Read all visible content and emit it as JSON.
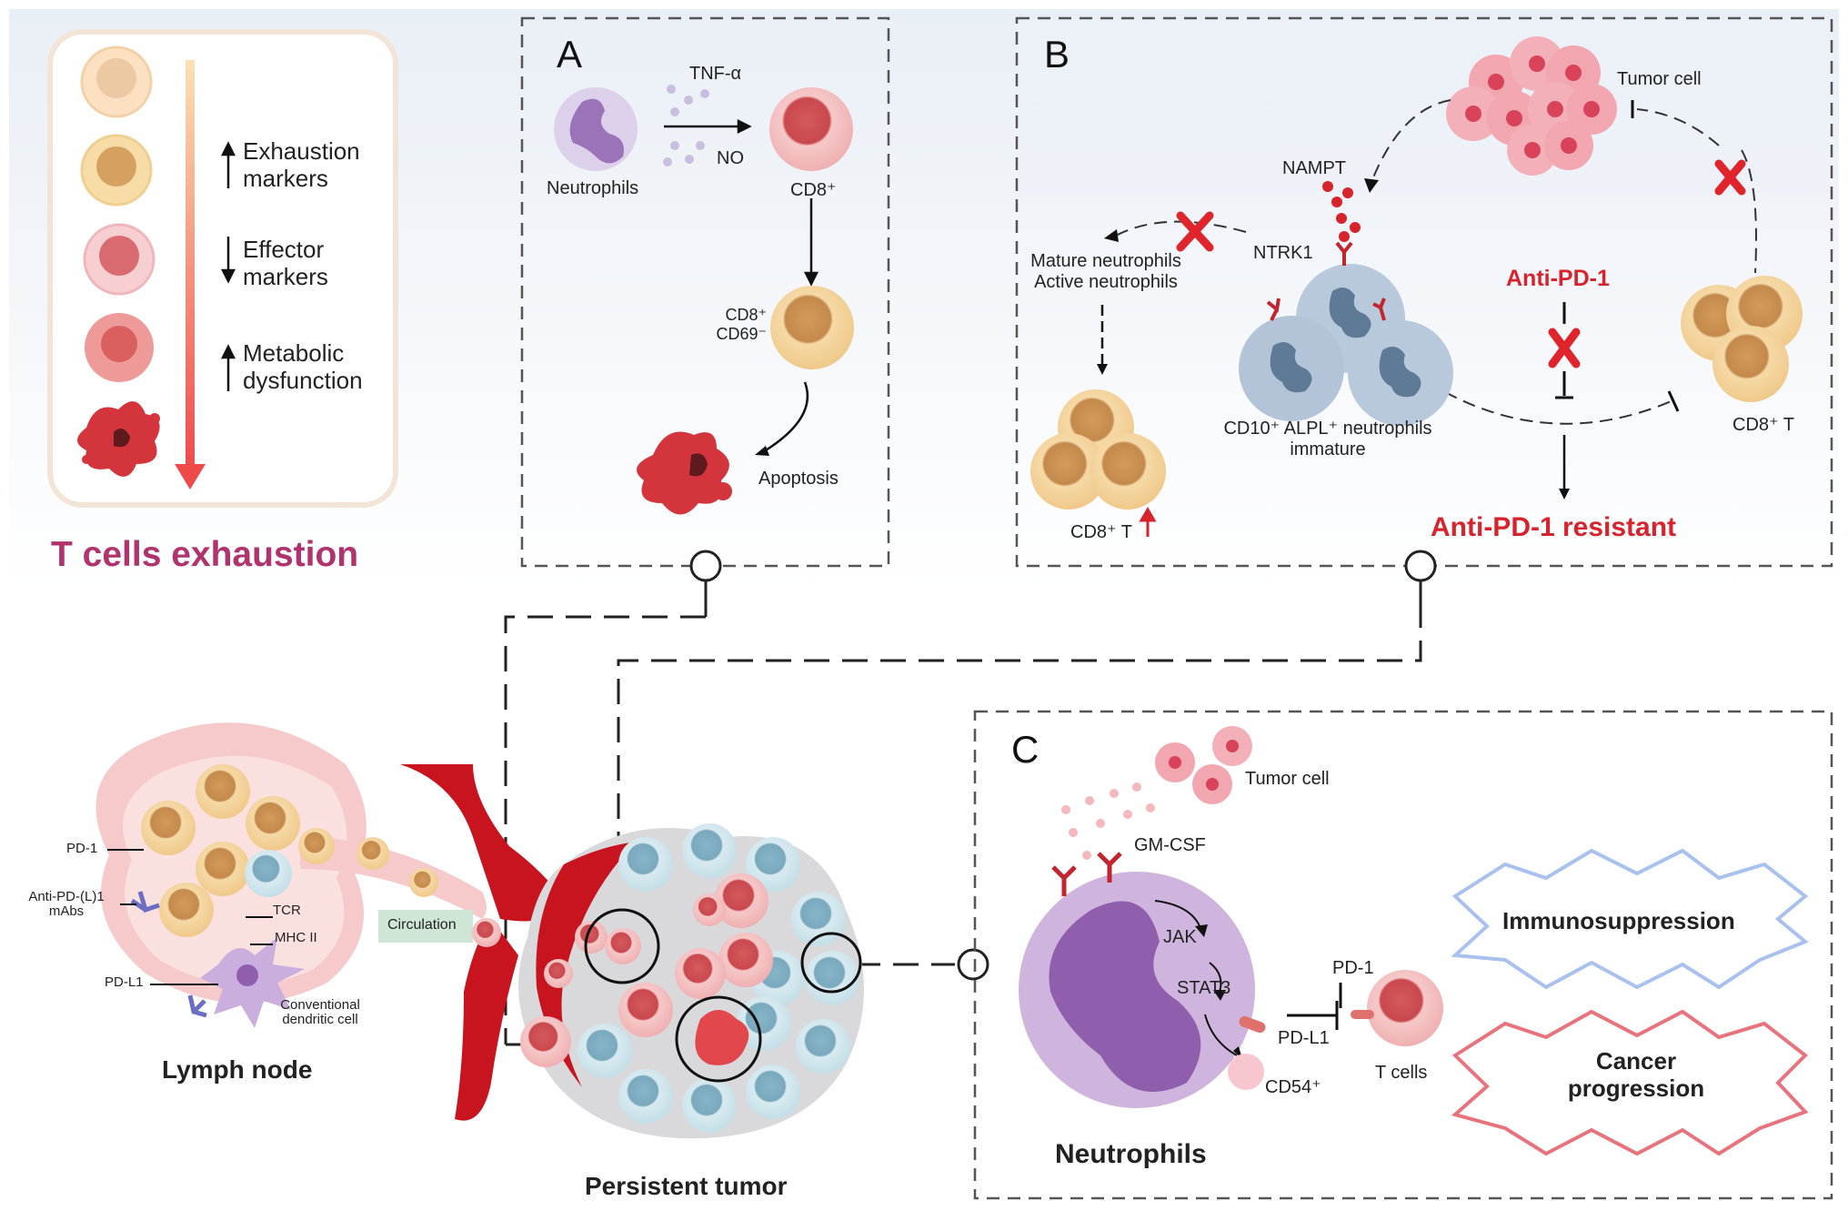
{
  "legend": {
    "title": "T cells exhaustion",
    "items": [
      {
        "arrow": "up",
        "text_line1": "Exhaustion",
        "text_line2": "markers"
      },
      {
        "arrow": "down",
        "text_line1": "Effector",
        "text_line2": "markers"
      },
      {
        "arrow": "up",
        "text_line1": "Metabolic",
        "text_line2": "dysfunction"
      }
    ]
  },
  "panel_a": {
    "letter": "A",
    "tnf": "TNF-α",
    "no": "NO",
    "neutrophils": "Neutrophils",
    "cd8": "CD8⁺",
    "cd8_l1": "CD8⁺",
    "cd8_l2": "CD69⁻",
    "apoptosis": "Apoptosis"
  },
  "panel_b": {
    "letter": "B",
    "tumor_cell": "Tumor cell",
    "nampt": "NAMPT",
    "ntrk1": "NTRK1",
    "mature_l1": "Mature neutrophils",
    "mature_l2": "Active neutrophils",
    "anti_pd1": "Anti-PD-1",
    "cd10_l1": "CD10⁺ ALPL⁺ neutrophils",
    "cd10_l2": "immature",
    "cd8t_right": "CD8⁺ T",
    "cd8t_left": "CD8⁺ T",
    "resistant": "Anti-PD-1 resistant"
  },
  "panel_c": {
    "letter": "C",
    "tumor_cell": "Tumor cell",
    "gmcsf": "GM-CSF",
    "jak": "JAK",
    "stat3": "STAT3",
    "pd1": "PD-1",
    "pdl1": "PD-L1",
    "cd54": "CD54⁺",
    "tcells": "T cells",
    "neutrophils": "Neutrophils",
    "immunosuppression": "Immunosuppression",
    "cancer_l1": "Cancer",
    "cancer_l2": "progression"
  },
  "bottom": {
    "pd1": "PD-1",
    "anti_l1": "Anti-PD-(L)1",
    "anti_l2": "mAbs",
    "tcr": "TCR",
    "mhc": "MHC II",
    "pdl1": "PD-L1",
    "cdc_l1": "Conventional",
    "cdc_l2": "dendritic cell",
    "lymph_node": "Lymph node",
    "circulation": "Circulation",
    "persistent_tumor": "Persistent tumor"
  },
  "colors": {
    "red_label": "#d7242c",
    "legend_title": "#b0336e",
    "vessel": "#c8141e",
    "neutrophil_purple": "#b99ad0",
    "cd8_cell": "#f7d9a4",
    "immunosuppression_star": "#a9c1ee",
    "cancer_star": "#e8737d"
  }
}
